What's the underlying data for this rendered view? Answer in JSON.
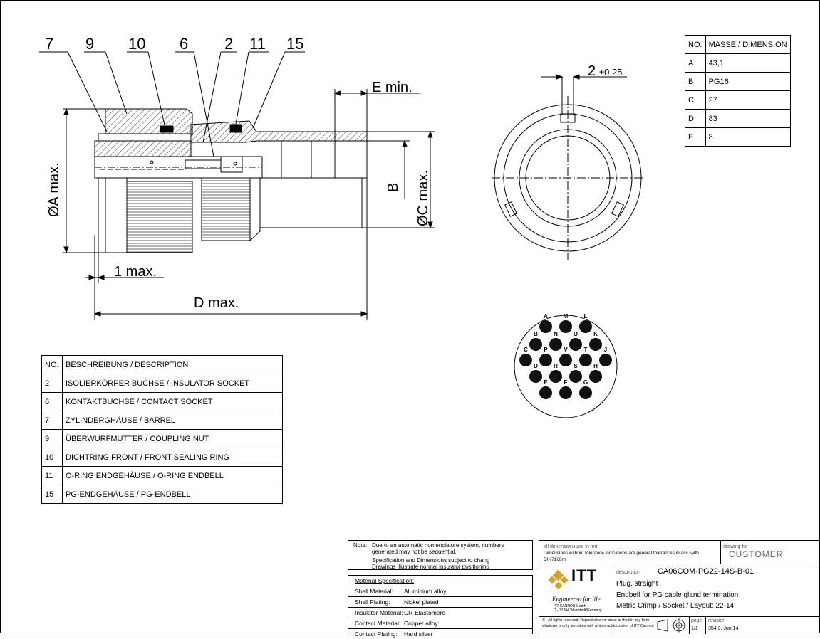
{
  "callouts": {
    "c7": "7",
    "c9": "9",
    "c10": "10",
    "c6": "6",
    "c2": "2",
    "c11": "11",
    "c15": "15"
  },
  "dimensions_labels": {
    "e_min": "E  min.",
    "a_max": "ØA  max.",
    "b": "B",
    "c_max": "ØC  max.",
    "one_max": "1  max.",
    "d_max": "D  max.",
    "key_width": "2",
    "key_tol": "±0.25"
  },
  "pins": [
    {
      "label": "A"
    },
    {
      "label": "M"
    },
    {
      "label": "L"
    },
    {
      "label": "B"
    },
    {
      "label": "N"
    },
    {
      "label": "U"
    },
    {
      "label": "K"
    },
    {
      "label": "C"
    },
    {
      "label": "P"
    },
    {
      "label": "V"
    },
    {
      "label": "T"
    },
    {
      "label": "J"
    },
    {
      "label": "D"
    },
    {
      "label": "R"
    },
    {
      "label": "S"
    },
    {
      "label": "H"
    },
    {
      "label": "E"
    },
    {
      "label": "F"
    },
    {
      "label": "G"
    }
  ],
  "description_table": {
    "header": {
      "no": "NO.",
      "desc": "BESCHREIBUNG / DESCRIPTION"
    },
    "rows": [
      {
        "no": "2",
        "desc": "ISOLIERKÖRPER BUCHSE / INSULATOR SOCKET"
      },
      {
        "no": "6",
        "desc": "KONTAKTBUCHSE / CONTACT SOCKET"
      },
      {
        "no": "7",
        "desc": "ZYLINDERGHÄUSE / BARREL"
      },
      {
        "no": "9",
        "desc": "ÜBERWURFMUTTER / COUPLING NUT"
      },
      {
        "no": "10",
        "desc": "DICHTRING FRONT / FRONT SEALING RING"
      },
      {
        "no": "11",
        "desc": "O-RING ENDGEHÄUSE / O-RING ENDBELL"
      },
      {
        "no": "15",
        "desc": "PG-ENDGEHÄUSE / PG-ENDBELL"
      }
    ]
  },
  "dimension_table": {
    "header": {
      "no": "NO.",
      "val": "MASSE / DIMENSION"
    },
    "rows": [
      {
        "no": "A",
        "val": "43,1"
      },
      {
        "no": "B",
        "val": "PG16"
      },
      {
        "no": "C",
        "val": "27"
      },
      {
        "no": "D",
        "val": "83"
      },
      {
        "no": "E",
        "val": "8"
      }
    ]
  },
  "note": {
    "label": "Note:",
    "line1": "Due to an automatic nomenclature system, numbers generated may not be sequential.",
    "line2": "Specification and Dimensions subject to chang",
    "line3": "Drawings illustrate normal insulator positioning"
  },
  "materials": {
    "title": "Material Specification:",
    "rows": [
      {
        "k": "Shell Material:",
        "v": "Aluminium alloy"
      },
      {
        "k": "Shell Plating:",
        "v": "Nickel plated"
      },
      {
        "k": "Insulator Material:",
        "v": "CR-Elastomere"
      },
      {
        "k": "Contact Material:",
        "v": "Copper alloy"
      },
      {
        "k": "Contact Plating:",
        "v": "Hard silver"
      }
    ]
  },
  "title_block": {
    "units": "all dimensions are in mm",
    "tolerance": "Dimensions without tolerance indications are general tolerances in acc. with DIN7168m",
    "drawing_for_label": "drawing for",
    "customer": "CUSTOMER",
    "logo_text": "ITT",
    "tagline": "Engineered for life",
    "company": "ITT CANNON GmbH",
    "address": "D - 71384 Weinstadt/Germany",
    "description_label": "description",
    "part_number": "CA06COM-PG22-14S-B-01",
    "desc1": "Plug, straight",
    "desc2": "Endbell for PG cable gland termination",
    "desc3": "Metric Crimp / Socket / Layout: 22-14",
    "rights1": "All rights reserved. Reproduction or issue to third in any form",
    "rights2": "whatever is only permitted with written authorization of ITT Cannon",
    "page_label": "page",
    "page": "1/1",
    "revision_label": "revision",
    "revision": "354 3. Jun 14"
  }
}
